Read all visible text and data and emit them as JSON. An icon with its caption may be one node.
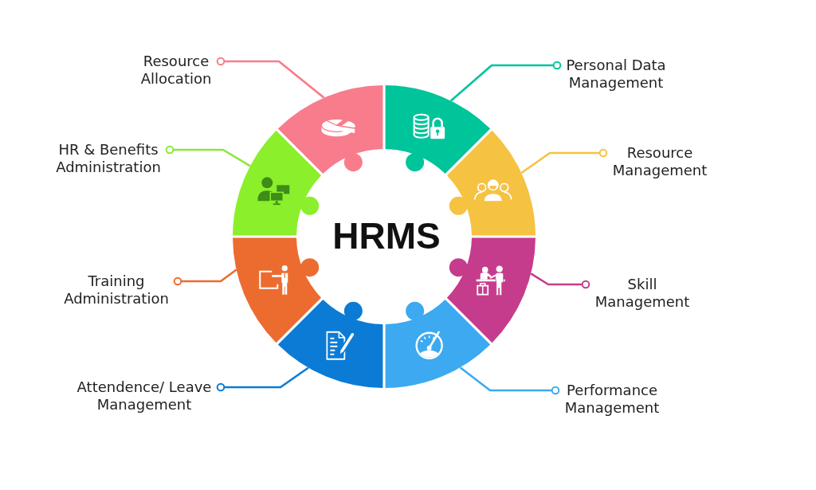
{
  "diagram": {
    "nodes": [
      {
        "text": [
          "Resource Allocation"
        ]
      },
      {
        "text": [
          "Personal Data Management"
        ]
      },
      {
        "text": [
          "HR & Benefits Administration"
        ]
      },
      {
        "text": [
          "Resource Management"
        ]
      },
      {
        "text": [
          "Training Administration"
        ]
      },
      {
        "text": [
          "Skill Management"
        ]
      },
      {
        "text": [
          "Attendence/ Leave Management"
        ]
      },
      {
        "text": [
          "Performance Management"
        ]
      },
      {
        "text": [],
        "shape": "segment"
      },
      {
        "text": [],
        "shape": "segment"
      },
      {
        "text": [],
        "shape": "segment"
      },
      {
        "text": [],
        "shape": "segment"
      },
      {
        "text": [],
        "shape": "segment"
      },
      {
        "text": [],
        "shape": "segment"
      },
      {
        "text": [],
        "shape": "segment"
      },
      {
        "text": [],
        "shape": "segment"
      }
    ],
    "edges": [
      {
        "from": 0,
        "to": 8,
        "arrow": "other",
        "color": "#f87c8c"
      },
      {
        "from": 1,
        "to": 9,
        "arrow": "other",
        "color": "#00c49a"
      },
      {
        "from": 2,
        "to": 10,
        "arrow": "other",
        "color": "#8be83a"
      },
      {
        "from": 3,
        "to": 11,
        "arrow": "other",
        "color": "#f5c242"
      },
      {
        "from": 4,
        "to": 12,
        "arrow": "other",
        "color": "#ec6c30"
      },
      {
        "from": 5,
        "to": 13,
        "arrow": "other",
        "color": "#c63c8c"
      },
      {
        "from": 6,
        "to": 14,
        "arrow": "other",
        "color": "#0b7bd6"
      },
      {
        "from": 7,
        "to": 15,
        "arrow": "other",
        "color": "#3da9f0"
      }
    ],
    "labels": [
      "HRMS"
    ]
  }
}
